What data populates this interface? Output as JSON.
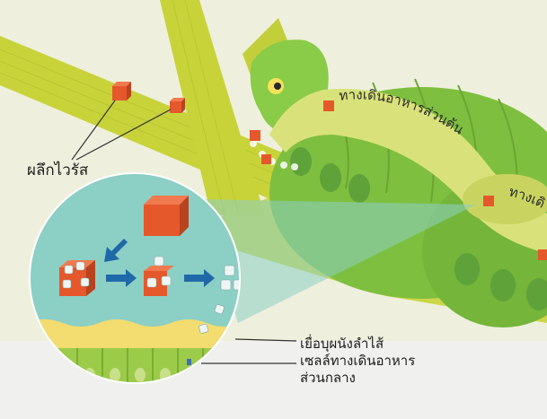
{
  "labels": {
    "occlusion_bodies": "ผลึกไวรัส",
    "foregut": "ทางเดินอาหารส่วนต้น",
    "foregut_partial": "ทางเดิ",
    "peritrophic_membrane": "เยื่อบุผนังลำไส้",
    "midgut_cells_line1": "เซลล์ทางเดินอาหาร",
    "midgut_cells_line2": "ส่วนกลาง"
  },
  "colors": {
    "background": "#eef0dd",
    "leaf_stem": "#c8d33a",
    "caterpillar": "#7fbf3f",
    "caterpillar_dark": "#5fa23a",
    "gut_band": "#d9e27a",
    "occlusion_body": "#e5582c",
    "zoom_circle": "#8ccfc4",
    "arrow": "#1f69a8",
    "membrane": "#f3dc70",
    "cells": "#9ccb4a"
  },
  "icons": [
    "occlusion-body-icon",
    "arrow-icon",
    "virion-cluster-icon",
    "caterpillar-eye-icon"
  ]
}
